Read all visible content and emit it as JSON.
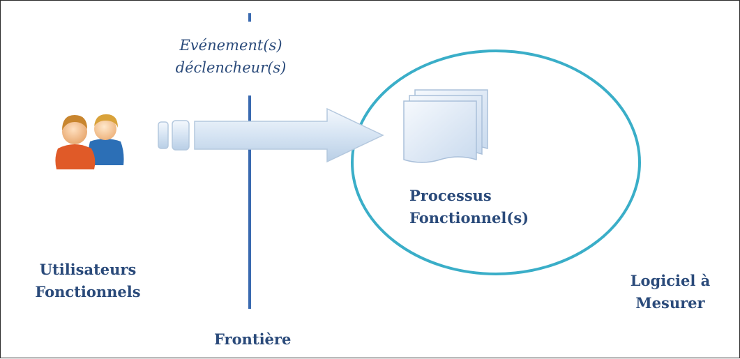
{
  "diagram": {
    "trigger_events": {
      "line1": "Evénement(s)",
      "line2": "déclencheur(s)"
    },
    "functional_process": {
      "line1": "Processus",
      "line2": "Fonctionnel(s)"
    },
    "functional_users": {
      "line1": "Utilisateurs",
      "line2": "Fonctionnels"
    },
    "boundary": {
      "label": "Frontière"
    },
    "software": {
      "line1": "Logiciel à",
      "line2": "Mesurer"
    }
  },
  "colors": {
    "boundary_line": "#3a6ab0",
    "ellipse_stroke": "#3aaec8",
    "text": "#2a4a7a",
    "arrow_fill": "#d8e6f4",
    "arrow_stroke": "#b4c8de"
  },
  "icons": {
    "users": "users-icon",
    "documents": "documents-stack-icon",
    "arrow": "data-movement-arrow-icon"
  }
}
